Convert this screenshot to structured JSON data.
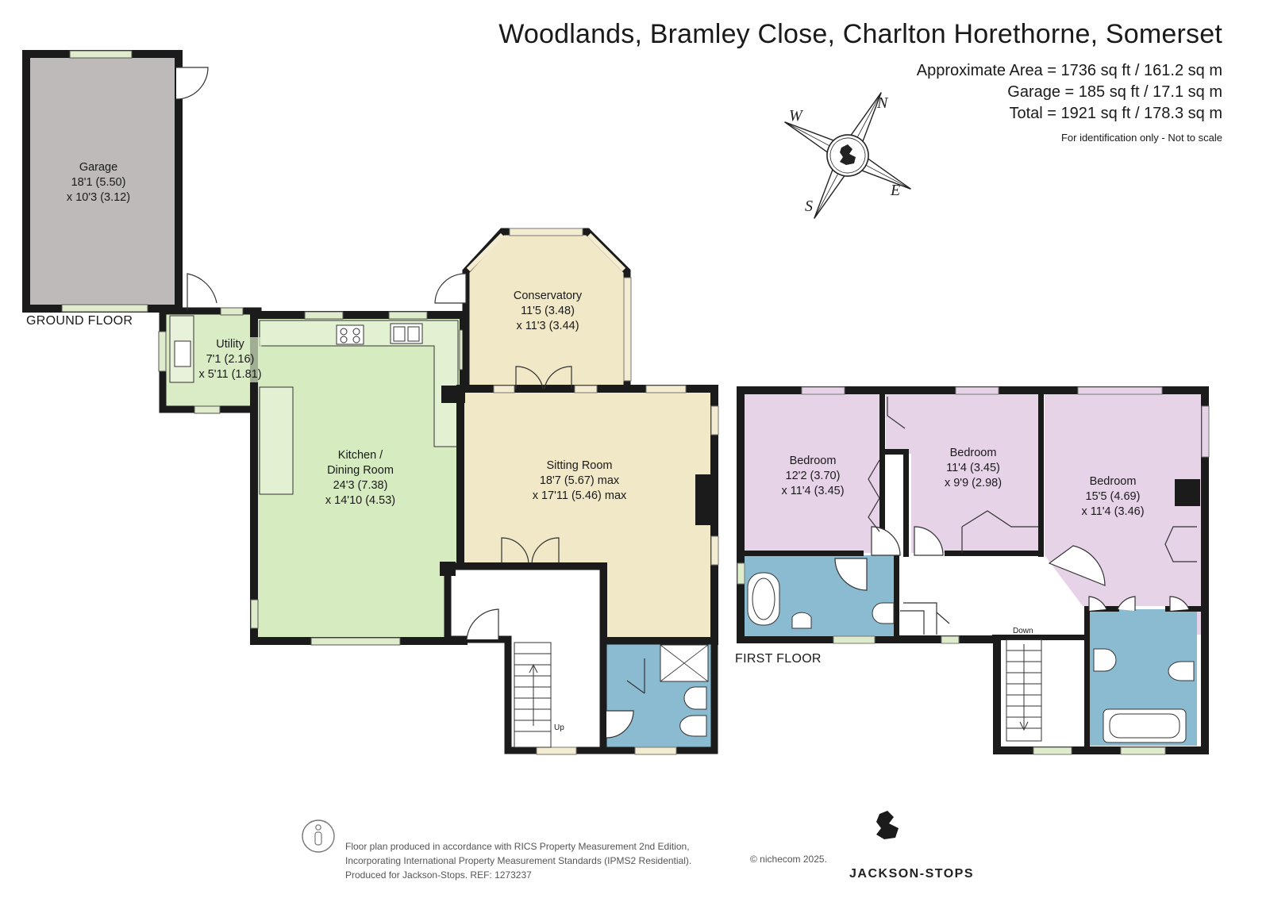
{
  "header": {
    "title": "Woodlands, Bramley Close, Charlton Horethorne, Somerset",
    "area_approx": "Approximate Area = 1736 sq ft / 161.2 sq m",
    "area_garage": "Garage = 185 sq ft / 17.1 sq m",
    "area_total": "Total = 1921 sq ft / 178.3 sq m",
    "disclaimer": "For identification only - Not to scale"
  },
  "compass": {
    "n": "N",
    "e": "E",
    "s": "S",
    "w": "W"
  },
  "floors": {
    "ground": "GROUND FLOOR",
    "first": "FIRST FLOOR"
  },
  "rooms": {
    "garage": {
      "name": "Garage",
      "dim1": "18'1 (5.50)",
      "dim2": "x 10'3 (3.12)"
    },
    "utility": {
      "name": "Utility",
      "dim1": "7'1 (2.16)",
      "dim2": "x 5'11 (1.81)"
    },
    "kitchen": {
      "name1": "Kitchen /",
      "name2": "Dining Room",
      "dim1": "24'3 (7.38)",
      "dim2": "x 14'10 (4.53)"
    },
    "conservatory": {
      "name": "Conservatory",
      "dim1": "11'5 (3.48)",
      "dim2": "x 11'3 (3.44)"
    },
    "sitting": {
      "name": "Sitting Room",
      "dim1": "18'7 (5.67) max",
      "dim2": "x 17'11 (5.46) max"
    },
    "bedroom1": {
      "name": "Bedroom",
      "dim1": "12'2 (3.70)",
      "dim2": "x 11'4 (3.45)"
    },
    "bedroom2": {
      "name": "Bedroom",
      "dim1": "11'4 (3.45)",
      "dim2": "x 9'9 (2.98)"
    },
    "bedroom3": {
      "name": "Bedroom",
      "dim1": "15'5 (4.69)",
      "dim2": "x 11'4 (3.46)"
    }
  },
  "stairs": {
    "up": "Up",
    "down": "Down"
  },
  "colors": {
    "garage": "#bfbaba",
    "utility": "#d9ecc6",
    "kitchen": "#d6ecc0",
    "living": "#f1e8c8",
    "bedroom": "#e7d3e8",
    "bathroom": "#8bbbd1",
    "wall": "#1b1b1b",
    "window": "#dfeccb"
  },
  "footer": {
    "line1": "Floor plan produced in accordance with RICS Property Measurement 2nd Edition,",
    "line2": "Incorporating International Property Measurement Standards (IPMS2 Residential).",
    "line3": "Produced for Jackson-Stops.   REF:  1273237",
    "copyright": "© nichecom 2025.",
    "brand": "JACKSON-STOPS"
  }
}
